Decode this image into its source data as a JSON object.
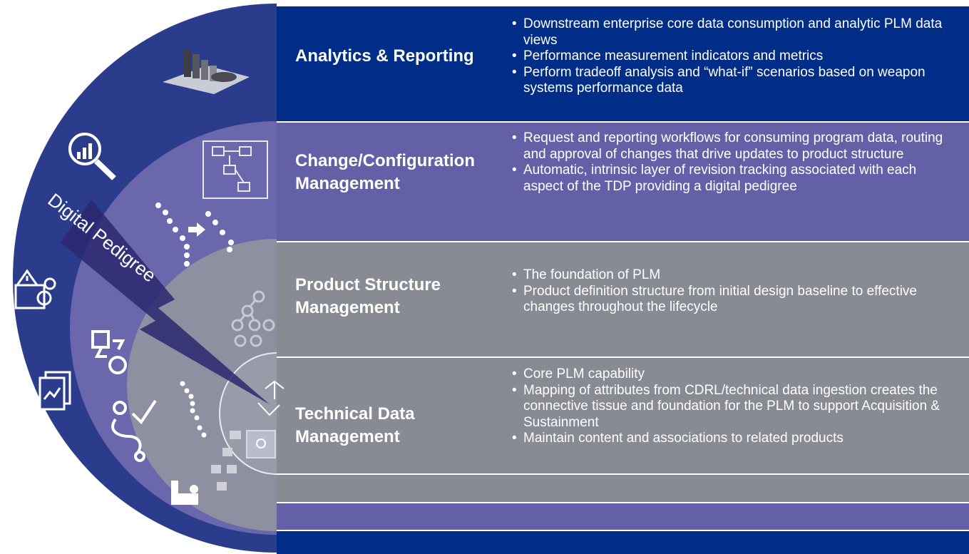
{
  "digital_pedigree_label": "Digital Pedigree",
  "colors": {
    "navy": "#002d87",
    "purple": "#6460a8",
    "gray": "#888b94",
    "outer_ring": "#2c3c8c",
    "white": "#ffffff"
  },
  "layers": [
    {
      "id": "analytics",
      "title_lines": [
        "Analytics & Reporting"
      ],
      "bullets": [
        "Downstream enterprise core data consumption and analytic PLM data views",
        "Performance measurement indicators and metrics",
        "Perform tradeoff analysis and “what-if” scenarios based on weapon systems performance data"
      ]
    },
    {
      "id": "change-config",
      "title_lines": [
        "Change/Configuration",
        "Management"
      ],
      "bullets": [
        "Request and reporting workflows for consuming program data, routing and approval of changes that drive updates to product structure",
        "Automatic, intrinsic layer of revision tracking associated with each aspect of the TDP providing a digital pedigree"
      ]
    },
    {
      "id": "product-structure",
      "title_lines": [
        "Product Structure",
        "Management"
      ],
      "bullets": [
        "The foundation of PLM",
        "Product definition structure from initial design baseline to effective changes throughout the lifecycle"
      ]
    },
    {
      "id": "technical-data",
      "title_lines": [
        "Technical Data",
        "Management"
      ],
      "bullets": [
        "Core PLM capability",
        "Mapping of attributes from CDRL/technical data ingestion creates the connective tissue and foundation for the PLM to support Acquisition & Sustainment",
        "Maintain content and associations to related products"
      ]
    }
  ],
  "icons": {
    "outer_ring": [
      "magnifier-chart-icon",
      "warning-gears-icon",
      "report-pages-icon"
    ],
    "purple_ring": [
      "workflow-diagram-icon",
      "node-tree-arrow-icon",
      "swap-shapes-icon",
      "route-check-icon",
      "hand-icon"
    ],
    "gray_ring": [
      "hierarchy-icon",
      "node-chain-icon",
      "org-chart-icon"
    ],
    "center": [
      "analytics-3d-icon",
      "technical-drawing-icon"
    ]
  }
}
